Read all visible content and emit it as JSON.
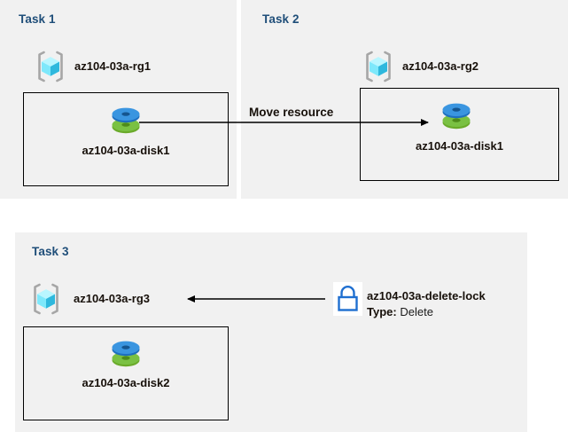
{
  "diagram": {
    "title": "Azure resource group tasks diagram",
    "background": "#ffffff",
    "panel_bg": "#f1f1f1",
    "heading_color": "#1f4e79",
    "line_color": "#000000",
    "lock_color": "#1f6fd0"
  },
  "panels": [
    {
      "id": "task1",
      "heading": "Task 1",
      "resource_group": {
        "label": "az104-03a-rg1",
        "icon": "resource-group-icon"
      },
      "resource": {
        "label": "az104-03a-disk1",
        "icon": "managed-disk-icon"
      }
    },
    {
      "id": "task2",
      "heading": "Task 2",
      "resource_group": {
        "label": "az104-03a-rg2",
        "icon": "resource-group-icon"
      },
      "resource": {
        "label": "az104-03a-disk1",
        "icon": "managed-disk-icon"
      }
    },
    {
      "id": "task3",
      "heading": "Task 3",
      "resource_group": {
        "label": "az104-03a-rg3",
        "icon": "resource-group-icon"
      },
      "resource": {
        "label": "az104-03a-disk2",
        "icon": "managed-disk-icon"
      },
      "lock": {
        "icon": "lock-icon",
        "label": "az104-03a-delete-lock",
        "type_key": "Type:",
        "type_value": "Delete"
      }
    }
  ],
  "connectors": [
    {
      "id": "move-resource",
      "label": "Move resource",
      "direction": "left-to-right"
    },
    {
      "id": "lock-applies-to-rg3",
      "label": "",
      "direction": "right-to-left"
    }
  ]
}
